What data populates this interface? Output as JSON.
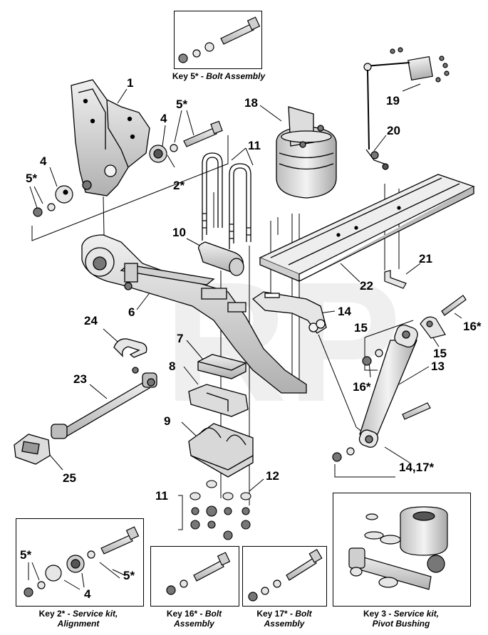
{
  "callouts": {
    "c1": "1",
    "c4a": "4",
    "c4b": "4",
    "c5a": "5*",
    "c5b": "5*",
    "c2": "2*",
    "c11a": "11",
    "c18": "18",
    "c19": "19",
    "c20": "20",
    "c10": "10",
    "c6": "6",
    "c14a": "14",
    "c15a": "15",
    "c16a": "16*",
    "c15b": "15",
    "c16b": "16*",
    "c13": "13",
    "c22": "22",
    "c21": "21",
    "c24": "24",
    "c7": "7",
    "c8": "8",
    "c9": "9",
    "c23": "23",
    "c25": "25",
    "c12": "12",
    "c11b": "11",
    "c1417": "14,17*",
    "k2_5a": "5*",
    "k2_5b": "5*",
    "k2_4": "4"
  },
  "captions": {
    "key5": {
      "prefix": "Key 5* - ",
      "title": "Bolt Assembly"
    },
    "key2": {
      "prefix": "Key 2* - ",
      "title": "Service kit,",
      "line2": "Alignment"
    },
    "key16": {
      "prefix": "Key 16* - ",
      "title": "Bolt",
      "line2": "Assembly"
    },
    "key17": {
      "prefix": "Key 17* - ",
      "title": "Bolt",
      "line2": "Assembly"
    },
    "key3": {
      "prefix": "Key 3 - ",
      "title": "Service kit,",
      "line2": "Pivot Bushing"
    }
  },
  "colors": {
    "line": "#000000",
    "part_fill": "#e6e6e6",
    "part_dark": "#9a9a9a",
    "watermark": "#e2e2e2"
  }
}
